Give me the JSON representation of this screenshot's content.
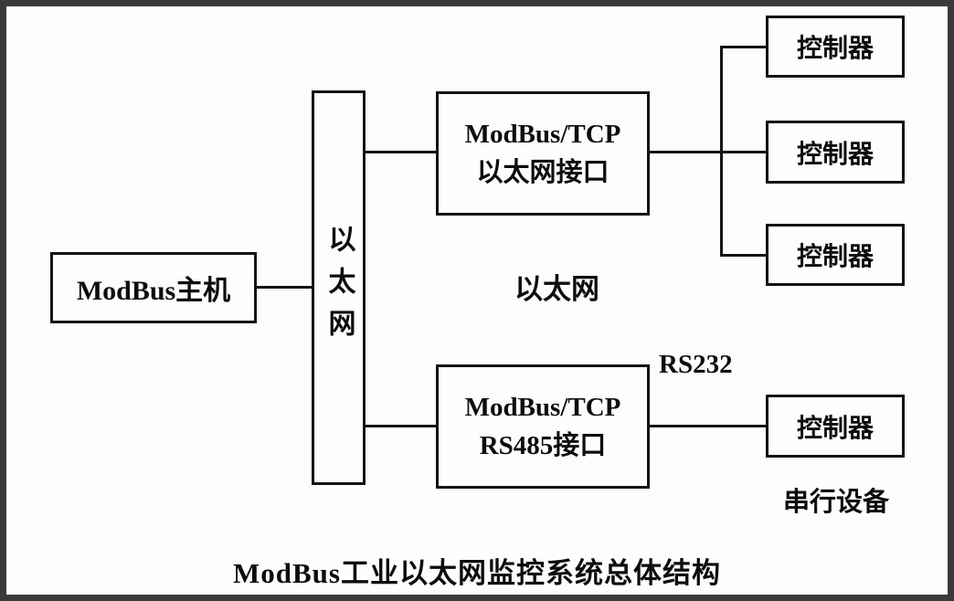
{
  "diagram": {
    "host_label": "ModBus主机",
    "ethernet_bus_label": "以太网",
    "tcp_eth_interface": {
      "line1": "ModBus/TCP",
      "line2": "以太网接口"
    },
    "tcp_rs485_interface": {
      "line1": "ModBus/TCP",
      "line2": "RS485接口"
    },
    "controllers": [
      "控制器",
      "控制器",
      "控制器"
    ],
    "serial_controller_label": "控制器",
    "ethernet_network_label": "以太网",
    "rs232_label": "RS232",
    "serial_device_label": "串行设备",
    "caption": "ModBus工业以太网监控系统总体结构"
  }
}
